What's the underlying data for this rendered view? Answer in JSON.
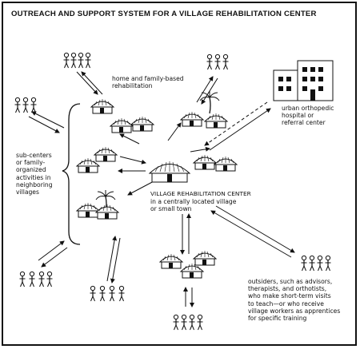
{
  "title": "OUTREACH AND SUPPORT SYSTEM FOR A VILLAGE REHABILITATION CENTER",
  "labels": {
    "home": "home and family-based\nrehabilitation",
    "hospital": "urban orthopedic\nhospital or\nreferral center",
    "subcenters": "sub-centers\nor family-\norganized\nactivities in\nneighboring\nvillages",
    "center": "VILLAGE REHABILITATION CENTER",
    "center_sub": "in a centrally located village\nor small town",
    "outsiders": "outsiders, such as advisors,\ntherapists, and orthotists,\nwho make short-term visits\nto teach—or who receive\nvillage workers as apprentices\nfor specific training"
  }
}
